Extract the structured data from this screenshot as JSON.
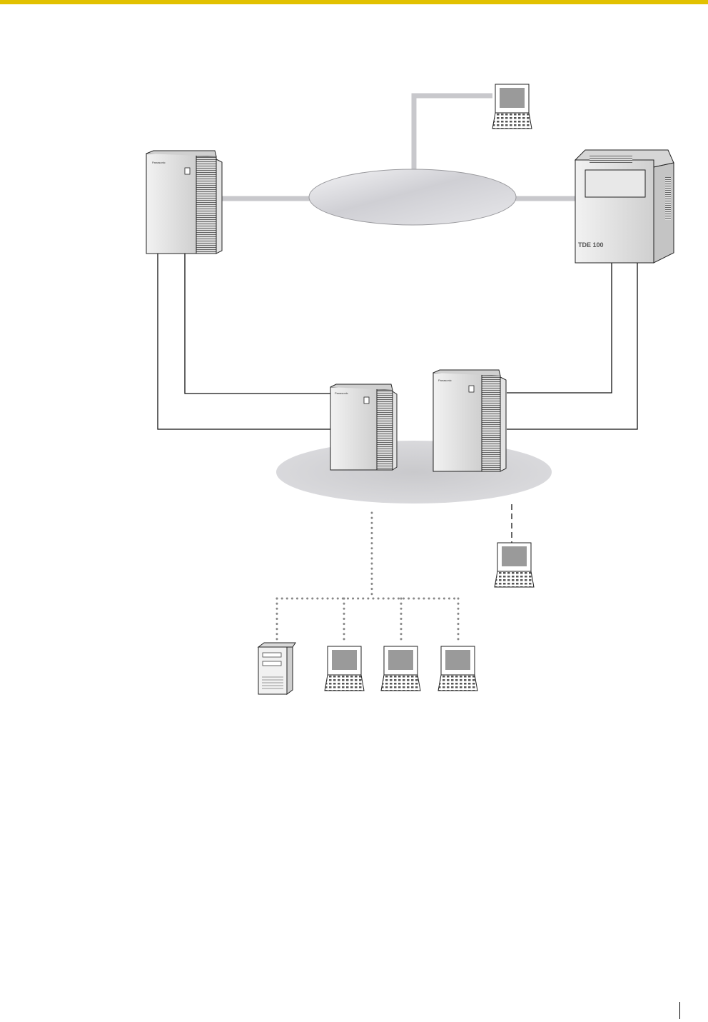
{
  "header": {
    "accent_color": "#e2c100"
  },
  "devices": {
    "pbx_left_brand": "Panasonic",
    "pbx_center_a_brand": "Panasonic",
    "pbx_center_b_brand": "Panasonic",
    "pbx_right_model": "TDE 100"
  },
  "icons": [
    "laptop-icon",
    "pbx-unit-icon",
    "server-icon",
    "network-cloud-icon"
  ]
}
